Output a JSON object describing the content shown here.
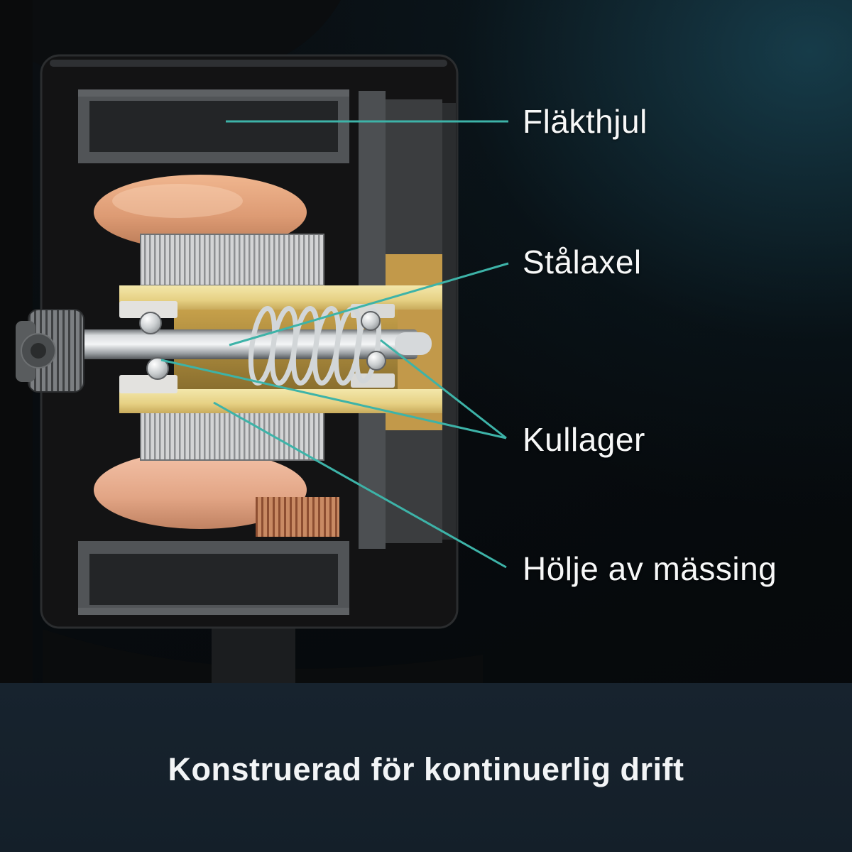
{
  "scene": {
    "type": "product-cutaway-infographic",
    "subject": "fan-motor-cross-section"
  },
  "callouts": [
    {
      "id": "flakthjul",
      "label": "Fläkthjul"
    },
    {
      "id": "stalaxel",
      "label": "Stålaxel"
    },
    {
      "id": "kullager",
      "label": "Kullager"
    },
    {
      "id": "holje-av-massing",
      "label": "Hölje av mässing"
    }
  ],
  "caption": "Konstruerad för kontinuerlig drift",
  "colors": {
    "accent_teal": "#3db3a8",
    "background_dark": "#05080a",
    "background_glow": "#226278",
    "caption_band": "#16222d",
    "text": "#f7f8f8",
    "copper": "#e2a07e",
    "brass": "#e9d98f",
    "steel": "#c9ccce",
    "housing_dark": "#131314"
  }
}
